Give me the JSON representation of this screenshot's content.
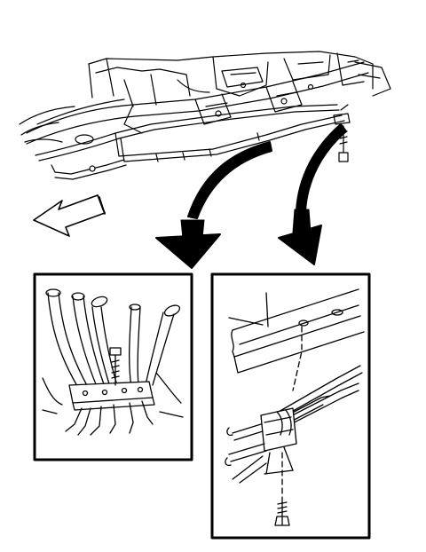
{
  "diagram": {
    "style": "black line-art technical illustration",
    "stroke_color": "#000000",
    "background_color": "#ffffff",
    "components": [
      {
        "name": "vehicle-frame-overview",
        "description_icon": "frame-and-lines"
      },
      {
        "name": "front-direction-arrow",
        "description_icon": "hollow-arrow-left"
      },
      {
        "name": "callout-arrow-left",
        "description_icon": "curved-arrow"
      },
      {
        "name": "callout-arrow-right",
        "description_icon": "curved-arrow"
      },
      {
        "name": "detail-clip-lines",
        "description_icon": "pipe-clip"
      },
      {
        "name": "detail-frame-rail-bolt",
        "description_icon": "bolt"
      }
    ]
  }
}
